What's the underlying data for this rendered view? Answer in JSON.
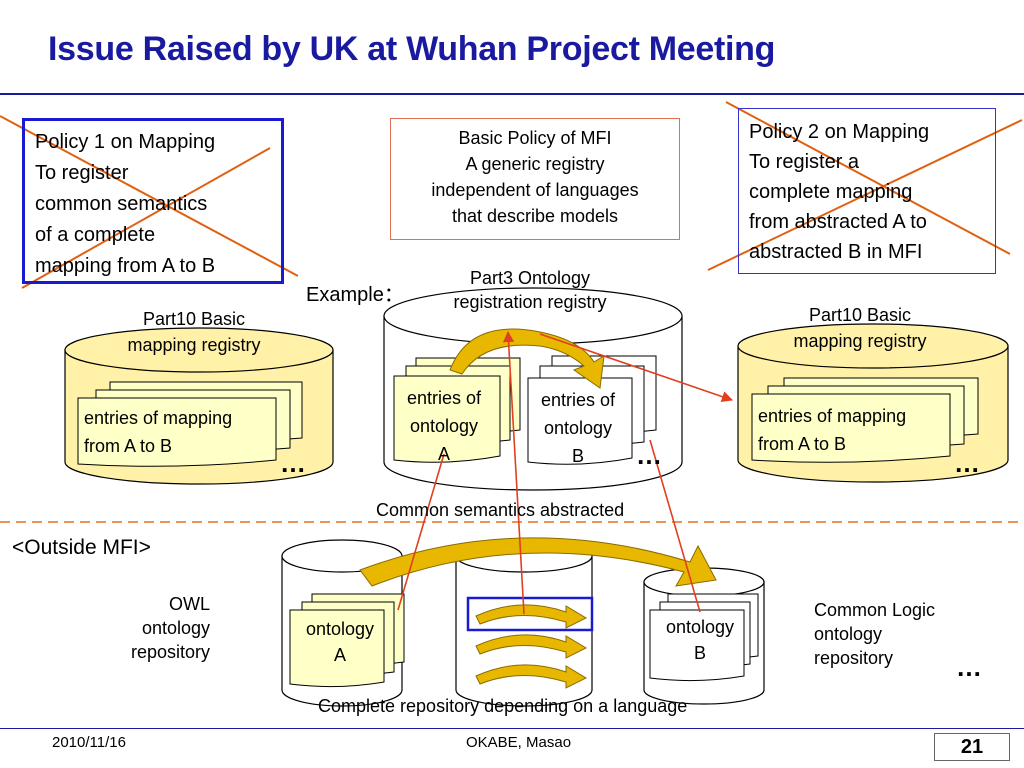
{
  "slide": {
    "title": "Issue Raised by UK at Wuhan Project Meeting",
    "page_number": "21",
    "date": "2010/11/16",
    "author": "OKABE, Masao"
  },
  "policy1": {
    "lines": [
      "Policy 1 on Mapping",
      "To register",
      "common semantics",
      "of a complete",
      "mapping from A to B"
    ]
  },
  "policy2": {
    "lines": [
      "Policy 2 on Mapping",
      "To register a",
      "complete mapping",
      "from abstracted A to",
      "abstracted B in MFI"
    ]
  },
  "basic_policy": {
    "lines": [
      "Basic Policy of MFI",
      "A generic registry",
      "independent of languages",
      "that describe models"
    ]
  },
  "example_label": "Example：",
  "part3": {
    "lines": [
      "Part3 Ontology",
      "registration registry"
    ]
  },
  "part10_left": {
    "lines": [
      "Part10 Basic",
      "mapping  registry"
    ],
    "entry_lines": [
      "entries of mapping",
      "from A to B"
    ]
  },
  "part10_right": {
    "lines": [
      "Part10 Basic",
      "mapping  registry"
    ],
    "entry_lines": [
      "entries of mapping",
      "from A to B"
    ]
  },
  "ontology_entries": {
    "a_lines": [
      "entries of",
      "ontology",
      "A"
    ],
    "b_lines": [
      "entries of",
      "ontology",
      "B"
    ]
  },
  "common_semantics_label": "Common semantics abstracted",
  "outside_label": "<Outside MFI>",
  "owl_repo": {
    "lines": [
      "OWL",
      "ontology",
      "repository"
    ],
    "doc_lines": [
      "ontology",
      "A"
    ]
  },
  "cl_repo": {
    "lines": [
      "Common Logic",
      "ontology",
      "repository"
    ],
    "doc_lines": [
      "ontology",
      "B"
    ]
  },
  "complete_repo_label": "Complete repository depending on a language",
  "ellipsis": "…",
  "colors": {
    "title_blue": "#1a1aa0",
    "cylinder_yellow": "#fff2a8",
    "doc_yellow": "#ffffc8",
    "arrow_gold": "#e8b800",
    "cross_orange": "#e06010",
    "policy_blue": "#1a1ad0"
  }
}
